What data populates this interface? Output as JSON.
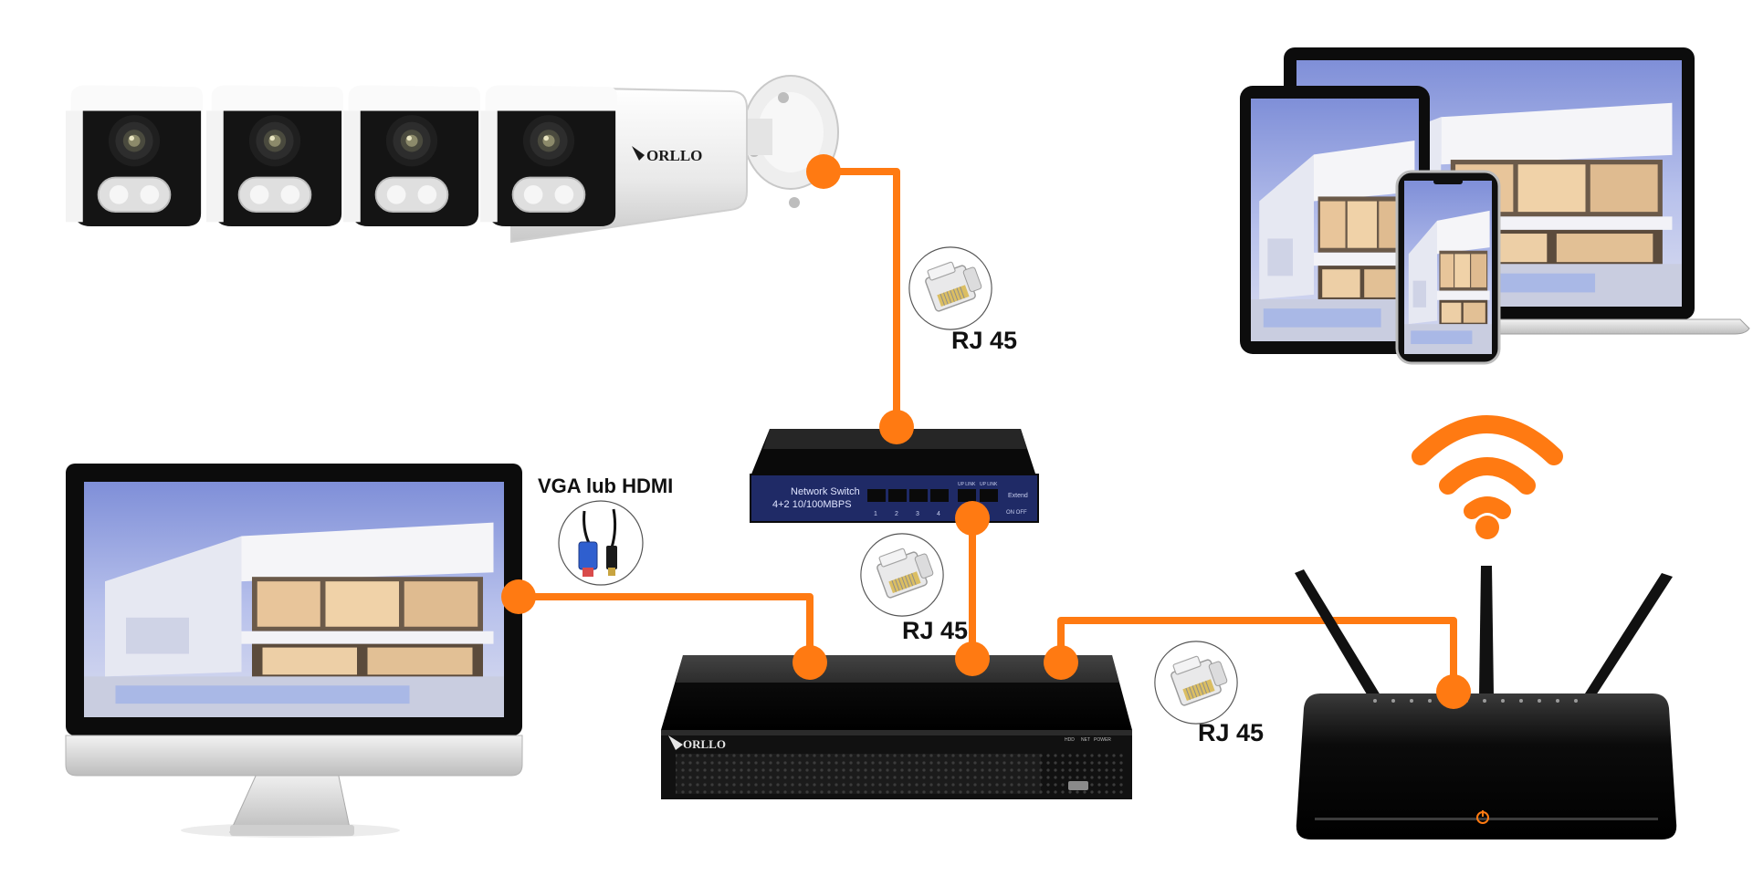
{
  "labels": {
    "rj45_top": "RJ 45",
    "rj45_middle": "RJ 45",
    "rj45_right": "RJ 45",
    "vga_hdmi": "VGA lub HDMI"
  },
  "brand": {
    "camera_logo": "ORLLO",
    "nvr_logo": "ORLLO"
  },
  "switch": {
    "title": "Network Switch",
    "subtitle": "4+2 10/100MBPS",
    "port_numbers": [
      "1",
      "2",
      "3",
      "4"
    ],
    "uplink_labels": [
      "UP LINK",
      "UP LINK"
    ],
    "extend_label": "Extend",
    "onoff_label": "ON  OFF"
  },
  "nvr_indicators": [
    "HDD",
    "NET",
    "POWER"
  ],
  "colors": {
    "cable": "#ff7a12",
    "device_body": "#0d0d0d",
    "switch_panel": "#1f2a66"
  },
  "icons": {
    "cameras": "bullet-camera-icon",
    "switch": "network-switch-icon",
    "nvr": "nvr-recorder-icon",
    "monitor": "monitor-icon",
    "router": "wifi-router-icon",
    "devices": "laptop-tablet-phone-icon",
    "wifi": "wifi-signal-icon",
    "rj45": "rj45-connector-icon",
    "vga_hdmi": "vga-hdmi-cable-icon"
  }
}
